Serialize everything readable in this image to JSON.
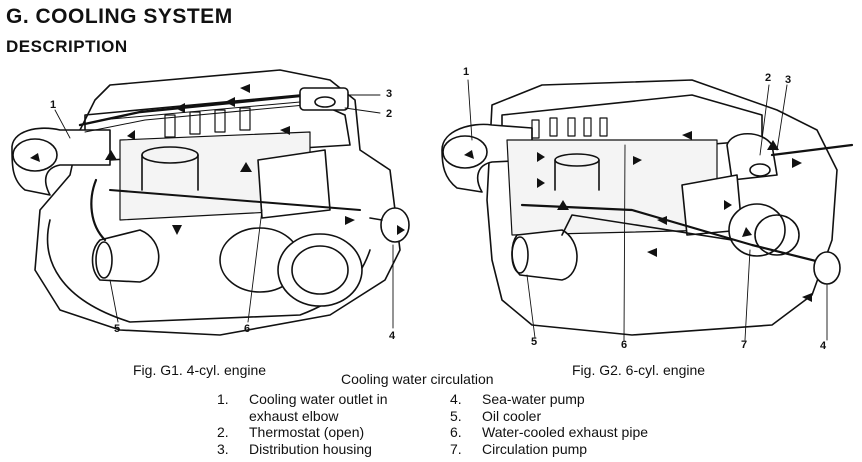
{
  "page": {
    "title": "G. COOLING SYSTEM",
    "subtitle": "DESCRIPTION"
  },
  "figures": {
    "g1": {
      "caption": "Fig. G1. 4-cyl. engine",
      "callouts": [
        "1",
        "2",
        "3",
        "4",
        "5",
        "6"
      ]
    },
    "g2": {
      "caption": "Fig. G2. 6-cyl. engine",
      "callouts": [
        "1",
        "2",
        "3",
        "4",
        "5",
        "6",
        "7"
      ]
    },
    "shared_caption": "Cooling water circulation"
  },
  "legend": {
    "left": [
      {
        "num": "1.",
        "text": "Cooling water outlet in exhaust elbow"
      },
      {
        "num": "2.",
        "text": "Thermostat (open)"
      },
      {
        "num": "3.",
        "text": "Distribution housing"
      }
    ],
    "right": [
      {
        "num": "4.",
        "text": "Sea-water pump"
      },
      {
        "num": "5.",
        "text": "Oil cooler"
      },
      {
        "num": "6.",
        "text": "Water-cooled exhaust pipe"
      },
      {
        "num": "7.",
        "text": "Circulation pump"
      }
    ]
  },
  "colors": {
    "ink": "#111111",
    "paper": "#ffffff"
  },
  "icons": [
    "flow-arrow-icon"
  ]
}
